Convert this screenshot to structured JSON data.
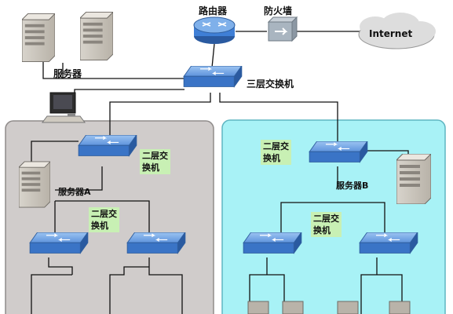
{
  "labels": {
    "router": "路由器",
    "firewall": "防火墙",
    "internet": "Internet",
    "servers_top": "服务器",
    "l3_switch": "三层交换机",
    "l2_switch_left": "二层交\n换机",
    "server_a": "服务器A",
    "l2_switch_mid_left": "二层交\n换机",
    "l2_switch_right": "二层交\n换机",
    "server_b": "服务器B",
    "l2_switch_mid_right": "二层交\n换机"
  },
  "colors": {
    "left_zone": "#d0cccb",
    "right_zone": "#a8f2f6",
    "switch_blue": "#3a74c6",
    "router_blue": "#3f7fd6",
    "label_green": "#c8f0b4",
    "cloud": "#dddddd"
  }
}
